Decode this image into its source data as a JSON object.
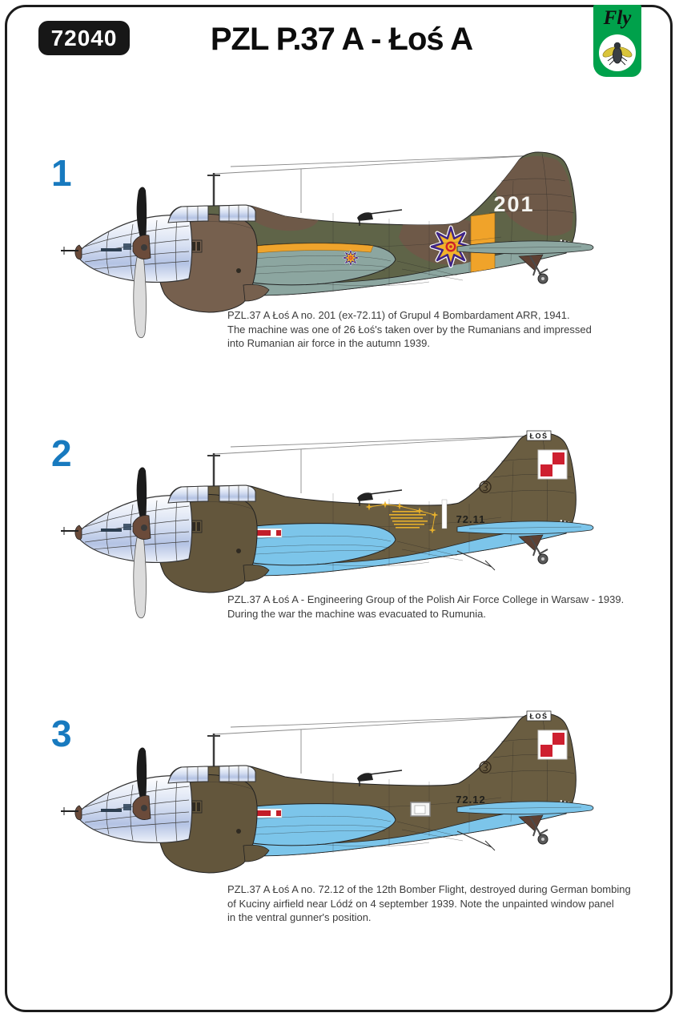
{
  "header": {
    "kit_number": "72040",
    "title": "PZL P.37 A - Łoś A",
    "brand": "Fly"
  },
  "profiles": [
    {
      "number": "1",
      "tail_code": "201",
      "fin_label": "",
      "fuselage_code": "",
      "caption": "PZL.37 A  Łoś A no. 201 (ex-72.11) of Grupul 4 Bombardament ARR, 1941.\nThe machine was one of 26 Łoś's taken over by the Rumanians and impressed\ninto Rumanian air force in the autumn 1939."
    },
    {
      "number": "2",
      "tail_code": "",
      "fin_label": "ŁOŚ",
      "fuselage_code": "72.11",
      "caption": "PZL.37 A  Łoś A - Engineering Group of the Polish Air Force College in Warsaw - 1939.\nDuring the war the machine was evacuated to Rumunia."
    },
    {
      "number": "3",
      "tail_code": "",
      "fin_label": "ŁOŚ",
      "fuselage_code": "72.12",
      "caption": "PZL.37 A   Łoś A no. 72.12 of the 12th Bomber Flight, destroyed during German bombing\nof Kuciny airfield near Lódź on 4 september 1939. Note the unpainted window panel\nin the ventral gunner's position."
    }
  ],
  "colors": {
    "accent_blue": "#187abf",
    "logo_green": "#00a14b",
    "olive_green": "#5f6448",
    "camo_brown": "#6e5948",
    "underside_grey_green": "#8ca6a0",
    "khaki": "#6a5d41",
    "underside_light_blue": "#7cc5ea",
    "checker_red": "#ce2030",
    "band_yellow": "#f0a32a",
    "cross_outline_purple": "#3f2486",
    "badge_black": "#171717"
  }
}
